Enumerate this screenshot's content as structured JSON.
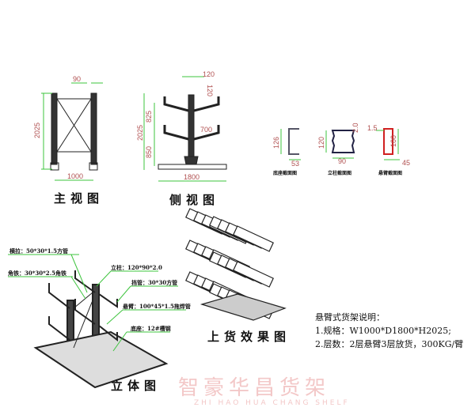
{
  "views": {
    "front": {
      "title": "主视图",
      "dims": {
        "post": "90",
        "height": "2025",
        "width": "1000"
      }
    },
    "side": {
      "title": "侧视图",
      "dims": {
        "top": "120",
        "arm_offset": "120",
        "upper": "825",
        "lower": "850",
        "height": "2025",
        "arm": "700",
        "base": "1800"
      }
    },
    "sections": [
      {
        "label": "底座截面图",
        "dims": [
          "126",
          "53"
        ]
      },
      {
        "label": "立柱截面图",
        "dims": [
          "120",
          "2.0",
          "90"
        ]
      },
      {
        "label": "悬臂截面图",
        "dims": [
          "1.5",
          "100",
          "45"
        ]
      }
    ],
    "iso": {
      "title": "立体图",
      "callouts": [
        "横拉：50*30*1.5方管",
        "角铁：30*30*2.5角铁",
        "立柱：120*90*2.0",
        "挡管：30*30方管",
        "悬臂：100*45*1.5拖焊管",
        "底座：12#槽钢"
      ]
    },
    "loaded": {
      "title": "上货效果图"
    }
  },
  "notes": {
    "heading": "悬臂式货架说明：",
    "lines": [
      "1.规格：W1000*D1800*H2025;",
      "2.层数：2层悬臂3层放货，300KG/臂"
    ]
  },
  "watermark": {
    "cn": "智豪华昌货架",
    "en": "ZHI HAO HUA CHANG SHELF"
  },
  "colors": {
    "dimension": "#3ec43e",
    "dim_text": "#b05050",
    "section_red": "#d02020"
  }
}
